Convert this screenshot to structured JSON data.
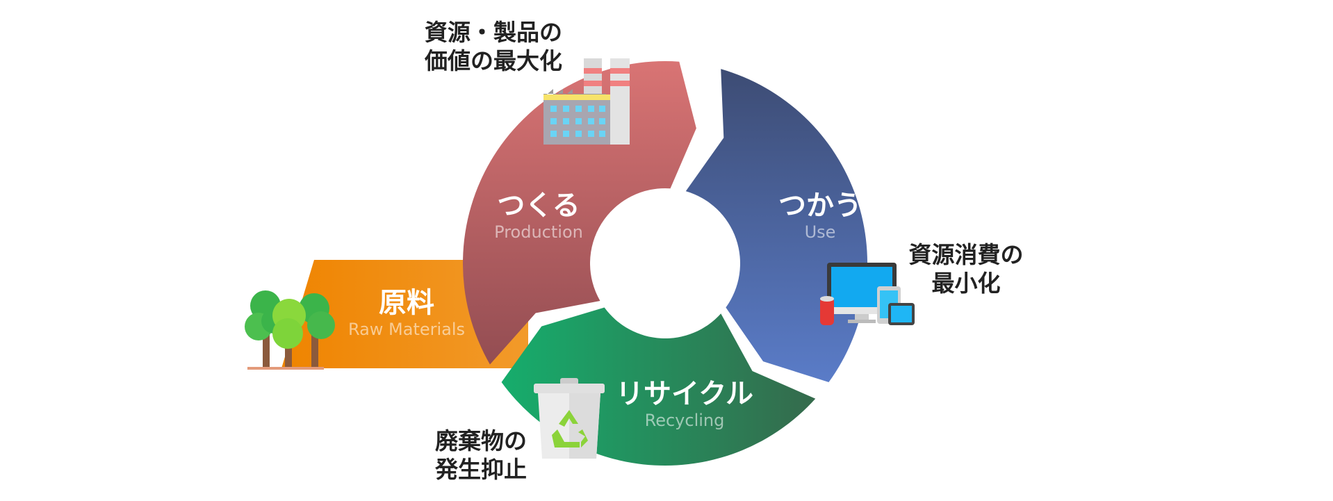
{
  "stages": {
    "raw": {
      "jp": "原料",
      "en": "Raw Materials",
      "color": "#f08a0a"
    },
    "production": {
      "jp": "つくる",
      "en": "Production",
      "color": "#c46464"
    },
    "use": {
      "jp": "つかう",
      "en": "Use",
      "color": "#4a5e98"
    },
    "recycling": {
      "jp": "リサイクル",
      "en": "Recycling",
      "color": "#23945e"
    }
  },
  "notes": {
    "production_line1": "資源・製品の",
    "production_line2": "価値の最大化",
    "use_line1": "資源消費の",
    "use_line2": "最小化",
    "recycling_line1": "廃棄物の",
    "recycling_line2": "発生抑止"
  },
  "icons": {
    "raw": "trees-icon",
    "production": "factory-icon",
    "use": "devices-icon",
    "recycling": "recycle-bin-icon"
  }
}
